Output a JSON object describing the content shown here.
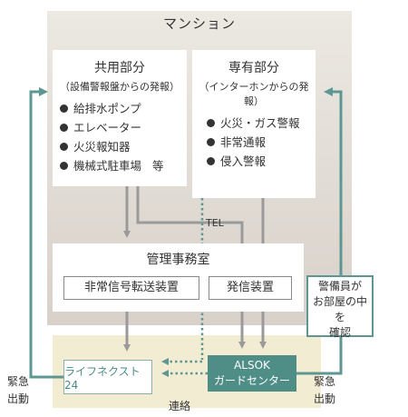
{
  "mansion": {
    "title": "マンション"
  },
  "kyoyo": {
    "title": "共用部分",
    "subtitle": "（設備警報盤からの発報）",
    "items": [
      "給排水ポンプ",
      "エレベーター",
      "火災報知器",
      "機械式駐車場"
    ],
    "items_suffix": "等"
  },
  "senyu": {
    "title": "専有部分",
    "subtitle": "（インターホンからの発報）",
    "items": [
      "火災・ガス警報",
      "非常通報",
      "侵入警報"
    ]
  },
  "tel_label": "TEL",
  "kanri": {
    "title": "管理事務室",
    "left_box": "非常信号転送装置",
    "right_box": "発信装置"
  },
  "keibi": {
    "lines": [
      "警備員が",
      "お部屋の中を",
      "確認"
    ]
  },
  "lifenext": {
    "label": "ライフネクスト 24"
  },
  "alsok": {
    "line1": "ALSOK",
    "line2": "ガードセンター"
  },
  "renraku_label": "連絡",
  "kinkyu_left": {
    "line1": "緊急",
    "line2": "出動"
  },
  "kinkyu_right": {
    "line1": "緊急",
    "line2": "出動"
  },
  "colors": {
    "green": "#5e9791",
    "gray_arrow": "#9a9a9a",
    "band": "#f2ecd2"
  }
}
